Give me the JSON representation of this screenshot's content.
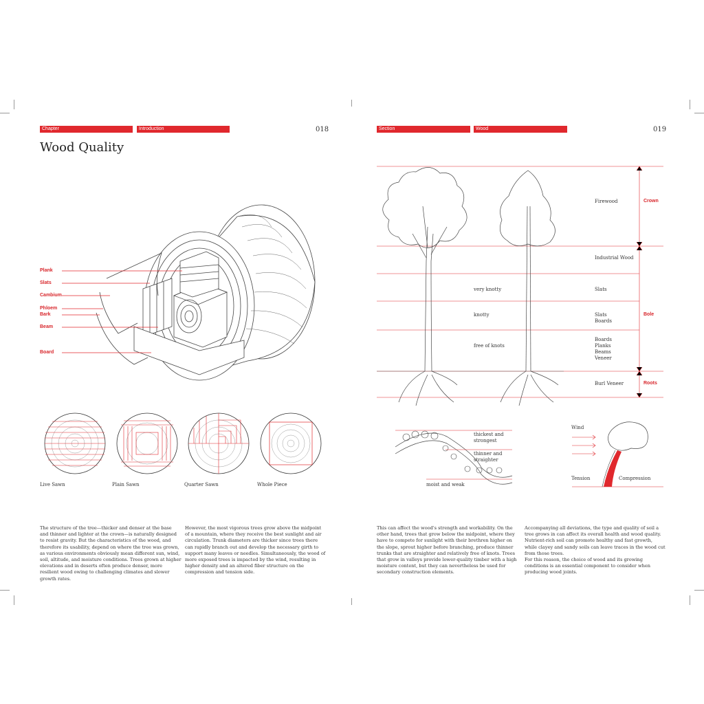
{
  "left_page": {
    "header": {
      "section_label": "Chapter",
      "section_value": "Introduction",
      "page_number": "018"
    },
    "title": "Wood Quality",
    "log_labels": [
      "Plank",
      "Slats",
      "Cambium",
      "Phloem",
      "Bark",
      "Beam",
      "Board"
    ],
    "cut_types": [
      "Live Sawn",
      "Plain Sawn",
      "Quarter Sawn",
      "Whole Piece"
    ],
    "body": [
      "The structure of the tree—thicker and denser at the base and thinner and lighter at the crown—is naturally designed to resist gravity. But the characteristics of the wood, and therefore its usability, depend on where the tree was grown, as various environments obviously mean different sun, wind, soil, altitude, and moisture conditions. Trees grown at higher elevations and in deserts often produce denser, more resilient wood owing to challenging climates and slower growth rates.",
      "However, the most vigorous trees grow above the midpoint of a mountain, where they receive the best sunlight and air circulation. Trunk diameters are thicker since trees there can rapidly branch out and develop the necessary girth to support many leaves or needles. Simultaneously, the wood of more exposed trees is impacted by the wind, resulting in higher density and an altered fiber structure on the compression and tension side."
    ]
  },
  "right_page": {
    "header": {
      "section_label": "Section",
      "section_value": "Wood",
      "page_number": "019"
    },
    "tree_labels": {
      "knots": [
        "very knotty",
        "knotty",
        "free of knots"
      ],
      "uses": [
        "Firewood",
        "Industrial Wood",
        "Slats",
        "Slats\nBoards",
        "Boards\nPlanks\nBeams\nVeneer",
        "Burl Veneer"
      ],
      "zones": [
        "Crown",
        "Bole",
        "Roots"
      ]
    },
    "slope_labels": [
      "thickest and\nstrongest",
      "thinner and\nstraighter",
      "moist and weak"
    ],
    "wind_labels": [
      "Wind",
      "Tension",
      "Compression"
    ],
    "body": [
      "This can affect the wood's strength and workability. On the other hand, trees that grow below the midpoint, where they have to compete for sunlight with their brethren higher on the slope, sprout higher before branching, produce thinner trunks that are straighter and relatively free of knots. Trees that grow in valleys provide lower-quality timber with a high moisture content, but they can nevertheless be used for secondary construction elements.",
      "Accompanying all deviations, the type and quality of soil a tree grows in can affect its overall health and wood quality. Nutrient-rich soil can promote healthy and fast growth, while clayey and sandy soils can leave traces in the wood cut from those trees.\nFor this reason, the choice of wood and its growing conditions is an essential component to consider when producing wood joints."
    ]
  },
  "colors": {
    "accent": "#e0282d",
    "ink": "#222222",
    "line": "#555555"
  }
}
